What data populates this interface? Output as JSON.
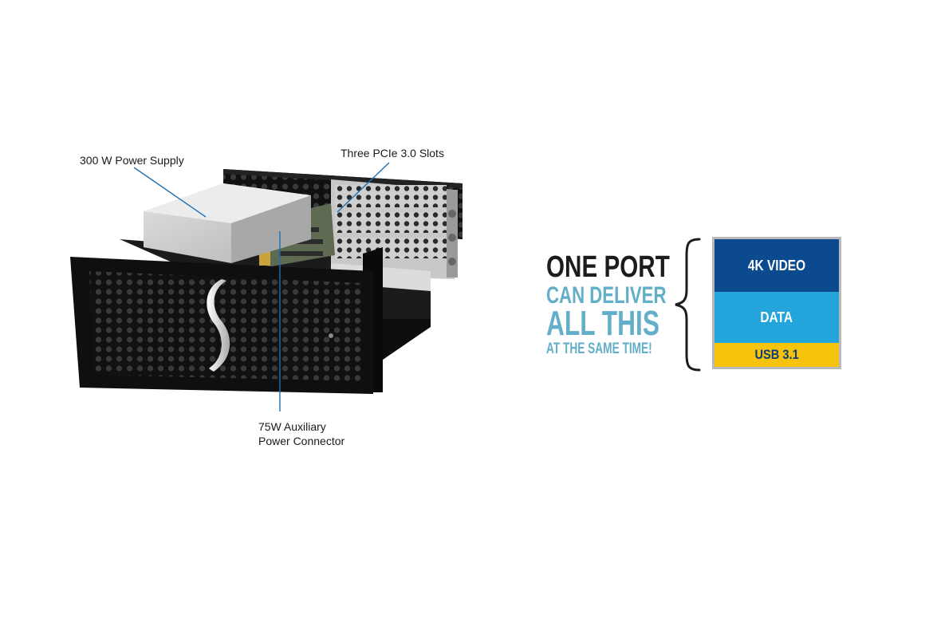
{
  "callouts": {
    "psu": "300 W Power Supply",
    "pcie": "Three PCIe 3.0 Slots",
    "aux_line1": "75W Auxiliary",
    "aux_line2": "Power Connector"
  },
  "tagline": {
    "line1": "ONE PORT",
    "line2": "CAN DELIVER",
    "line3": "ALL THIS",
    "line4": "AT THE SAME TIME!"
  },
  "stack": {
    "video": "4K VIDEO",
    "data": "DATA",
    "usb": "USB 3.1"
  },
  "colors": {
    "callout_line": "#1f6fb2",
    "tag_dark": "#1c1c1c",
    "tag_accent": "#63aec8",
    "video": "#0b4a8e",
    "data": "#23a5dc",
    "usb": "#f5c30b",
    "stack_border": "#b8b8b8"
  },
  "icons": {
    "device": "pcie-expansion-chassis-image",
    "brace": "curly-brace"
  }
}
